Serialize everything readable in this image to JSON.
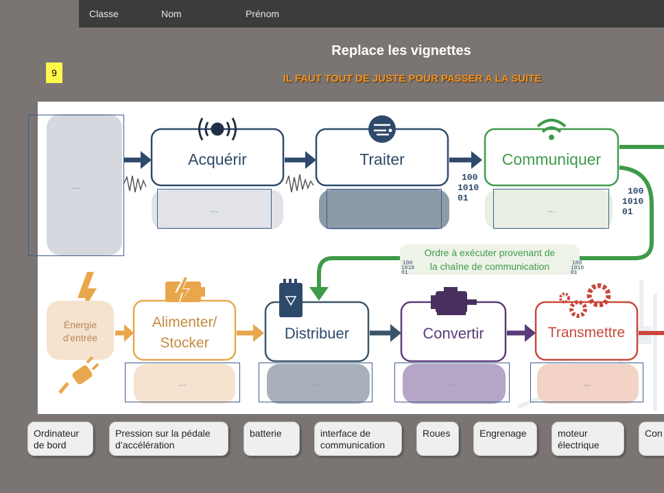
{
  "header": {
    "classe": "Classe",
    "nom": "Nom",
    "prenom": "Prénom"
  },
  "title": "Replace les vignettes",
  "subtitle": "IL FAUT TOUT DE JUSTE POUR PASSER A LA SUITE",
  "page_number": "9",
  "diagram": {
    "steps": {
      "acquerir": "Acquérir",
      "traiter": "Traiter",
      "communiquer": "Communiquer",
      "alimenter_line1": "Alimenter/",
      "alimenter_line2": "Stocker",
      "distribuer": "Distribuer",
      "convertir": "Convertir",
      "transmettre": "Transmettre"
    },
    "energie_line1": "Énergie",
    "energie_line2": "d'entrée",
    "ordre_line1": "Ordre à exécuter provenant de",
    "ordre_line2": "la chaîne de communication",
    "binary": [
      "100",
      "1010",
      "01"
    ],
    "placeholder": "...",
    "colors": {
      "acquerir": "#2e4a6b",
      "communiquer": "#3f9a4a",
      "alimenter": "#e8a74c",
      "distribuer": "#3b5568",
      "convertir": "#5a3a78",
      "transmettre": "#c9473a"
    }
  },
  "dropzones": [
    "...",
    "...",
    "...",
    "...",
    "...",
    "...",
    "...",
    "..."
  ],
  "chips": [
    "Ordinateur\nde bord",
    "Pression sur la pédale\n d’accélération",
    "batterie",
    "interface de\ncommunication",
    "Roues",
    "Engrenage",
    "moteur\n électrique",
    "Con"
  ]
}
